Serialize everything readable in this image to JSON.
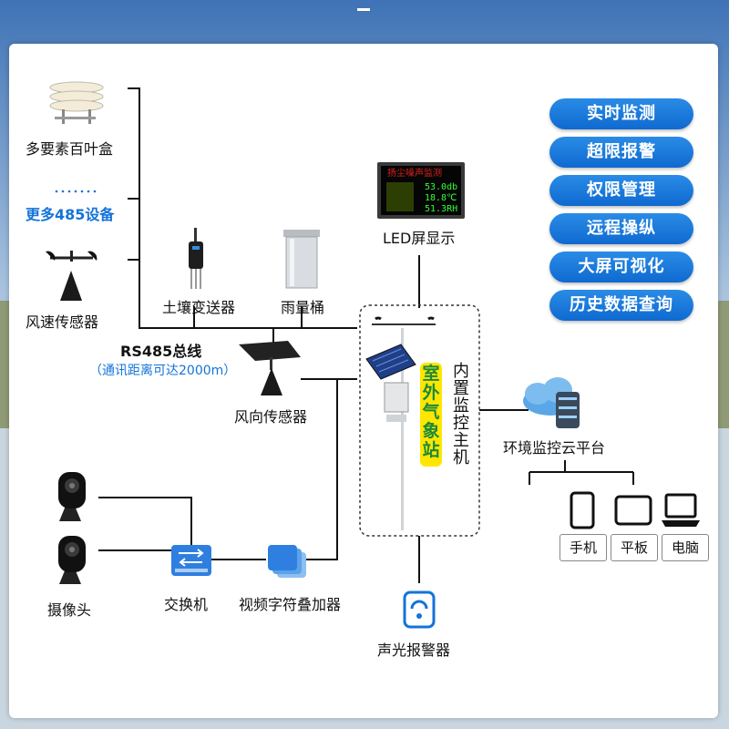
{
  "devices": {
    "louver_box": "多要素百叶盒",
    "more_devices": "更多485设备",
    "wind_speed": "风速传感器",
    "soil": "土壤变送器",
    "rain": "雨量桶",
    "led": "LED屏显示",
    "wind_dir": "风向传感器",
    "camera": "摄像头",
    "switch": "交换机",
    "overlay": "视频字符叠加器",
    "alarm": "声光报警器",
    "cloud": "环境监控云平台"
  },
  "bus": {
    "title": "RS485总线",
    "note": "（通讯距离可达2000m）"
  },
  "station": {
    "badge": "室外气象站",
    "host": "内置监控主机"
  },
  "led_screen": {
    "header": "扬尘噪声监测",
    "values": [
      "53.0db",
      "18.8℃",
      "51.3RH"
    ]
  },
  "features": [
    "实时监测",
    "超限报警",
    "权限管理",
    "远程操纵",
    "大屏可视化",
    "历史数据查询"
  ],
  "terminals": [
    "手机",
    "平板",
    "电脑"
  ],
  "colors": {
    "accent": "#1473d8",
    "line": "#111111",
    "badge": "#ffe600",
    "badge_text": "#1a8a3a"
  }
}
